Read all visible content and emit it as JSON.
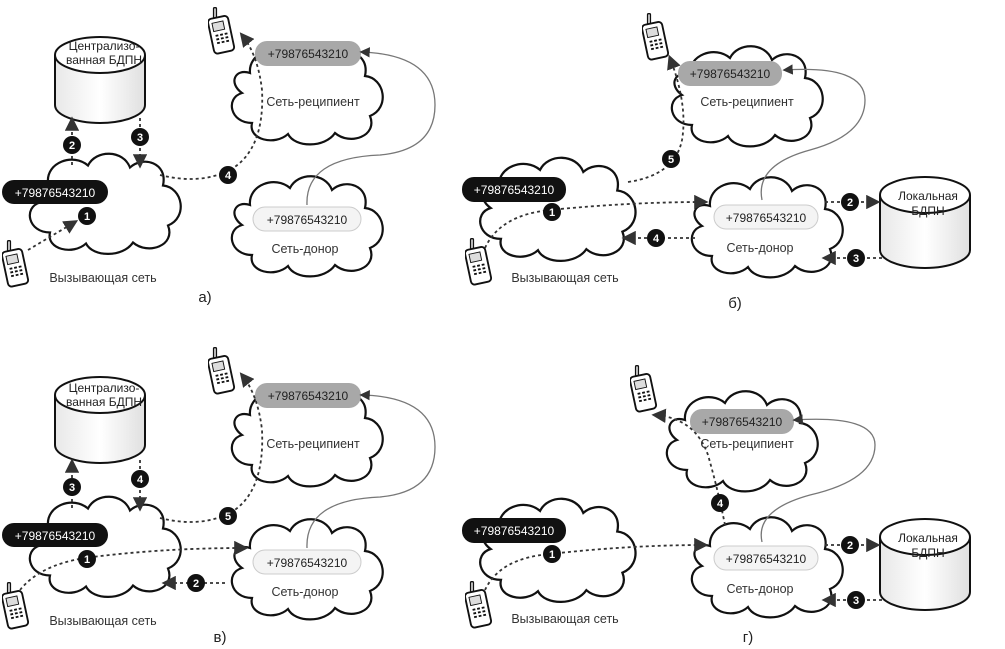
{
  "number": "+79876543210",
  "labels": {
    "calling_network": "Вызывающая сеть",
    "recipient_network": "Сеть-реципиент",
    "donor_network": "Сеть-донор",
    "central_db_line1": "Централизо-",
    "central_db_line2": "ванная БДПН",
    "local_db_line1": "Локальная",
    "local_db_line2": "БДПН"
  },
  "panels": [
    {
      "caption": "а)",
      "steps": [
        "1",
        "2",
        "3",
        "4"
      ]
    },
    {
      "caption": "б)",
      "steps": [
        "1",
        "2",
        "3",
        "4",
        "5"
      ]
    },
    {
      "caption": "в)",
      "steps": [
        "1",
        "2",
        "3",
        "4",
        "5"
      ]
    },
    {
      "caption": "г)",
      "steps": [
        "1",
        "2",
        "3",
        "4"
      ]
    }
  ],
  "colors": {
    "dark_pill": "#111111",
    "recipient_pill": "#a8a8a8",
    "donor_pill": "#f4f4f4"
  }
}
